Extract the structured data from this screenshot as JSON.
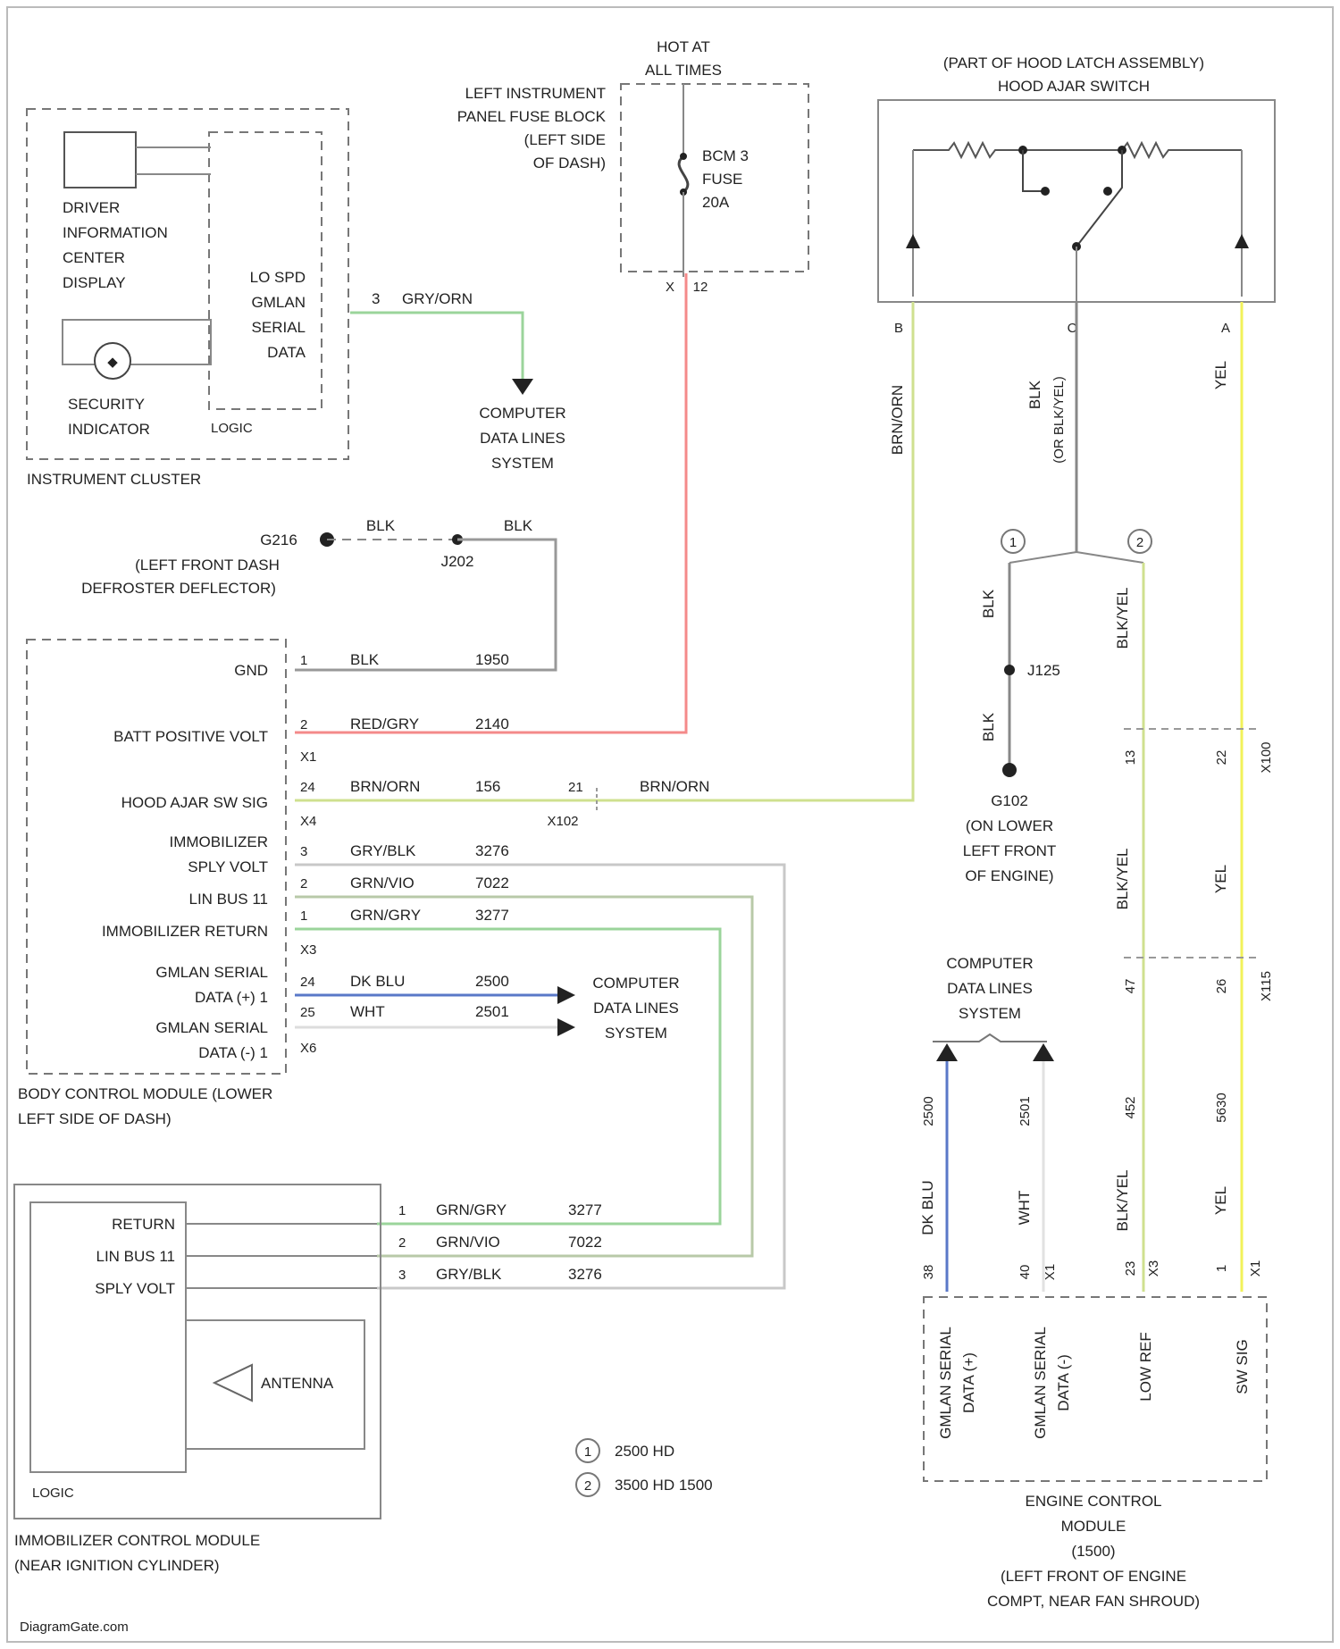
{
  "diagram": {
    "fuse_block": {
      "hot_label_1": "HOT AT",
      "hot_label_2": "ALL TIMES",
      "block_1": "LEFT INSTRUMENT",
      "block_2": "PANEL FUSE BLOCK",
      "block_3": "(LEFT SIDE",
      "block_4": "OF DASH)",
      "fuse_1": "BCM 3",
      "fuse_2": "FUSE",
      "fuse_3": "20A",
      "pin_a": "X",
      "pin_b": "12"
    },
    "hood_switch": {
      "label_1": "(PART OF HOOD LATCH ASSEMBLY)",
      "label_2": "HOOD AJAR SWITCH",
      "pin_b": "B",
      "pin_c": "C",
      "pin_a": "A"
    },
    "cluster": {
      "dic_1": "DRIVER",
      "dic_2": "INFORMATION",
      "dic_3": "CENTER",
      "dic_4": "DISPLAY",
      "sec_1": "SECURITY",
      "sec_2": "INDICATOR",
      "gmlan_1": "LO SPD",
      "gmlan_2": "GMLAN",
      "gmlan_3": "SERIAL",
      "gmlan_4": "DATA",
      "logic": "LOGIC",
      "name": "INSTRUMENT CLUSTER",
      "pin": "3",
      "wire": "GRY/ORN"
    },
    "cdl_top": {
      "l1": "COMPUTER",
      "l2": "DATA LINES",
      "l3": "SYSTEM"
    },
    "ground_top": {
      "g": "G216",
      "wire1": "BLK",
      "splice": "J202",
      "wire2": "BLK",
      "loc_1": "(LEFT FRONT DASH",
      "loc_2": "DEFROSTER DEFLECTOR)"
    },
    "bcm": {
      "gnd": "GND",
      "batt": "BATT POSITIVE VOLT",
      "hood": "HOOD AJAR SW SIG",
      "immo_1": "IMMOBILIZER",
      "immo_2": "SPLY VOLT",
      "lin": "LIN BUS 11",
      "immo_ret": "IMMOBILIZER RETURN",
      "gm_pos_1": "GMLAN SERIAL",
      "gm_pos_2": "DATA (+) 1",
      "gm_neg_1": "GMLAN SERIAL",
      "gm_neg_2": "DATA (-) 1",
      "x1": "X1",
      "x4": "X4",
      "x3": "X3",
      "x6": "X6",
      "name_1": "BODY CONTROL MODULE (LOWER",
      "name_2": "LEFT SIDE OF DASH)",
      "pins": [
        "1",
        "2",
        "24",
        "3",
        "2",
        "1",
        "24",
        "25"
      ],
      "w_gnd": "BLK",
      "c_gnd": "1950",
      "w_batt": "RED/GRY",
      "c_batt": "2140",
      "w_hood": "BRN/ORN",
      "c_hood": "156",
      "x102_pin": "21",
      "x102": "X102",
      "w_hood2": "BRN/ORN",
      "w_sply": "GRY/BLK",
      "c_sply": "3276",
      "w_lin": "GRN/VIO",
      "c_lin": "7022",
      "w_ret": "GRN/GRY",
      "c_ret": "3277",
      "w_pos": "DK BLU",
      "c_pos": "2500",
      "w_neg": "WHT",
      "c_neg": "2501"
    },
    "cdl_mid": {
      "l1": "COMPUTER",
      "l2": "DATA LINES",
      "l3": "SYSTEM"
    },
    "immo_module": {
      "ret": "RETURN",
      "lin": "LIN BUS 11",
      "sply": "SPLY VOLT",
      "antenna": "ANTENNA",
      "logic": "LOGIC",
      "name_1": "IMMOBILIZER CONTROL MODULE",
      "name_2": "(NEAR IGNITION CYLINDER)",
      "pin_1": "1",
      "pin_2": "2",
      "pin_3": "3",
      "w1": "GRN/GRY",
      "c1": "3277",
      "w2": "GRN/VIO",
      "c2": "7022",
      "w3": "GRY/BLK",
      "c3": "3276"
    },
    "legend": {
      "n1": "1",
      "t1": "2500 HD",
      "n2": "2",
      "t2": "3500 HD 1500"
    },
    "right_side": {
      "w_brn": "BRN/ORN",
      "w_blk": "BLK",
      "w_blk_alt": "(OR BLK/YEL)",
      "w_yel": "YEL",
      "m1": "1",
      "m2": "2",
      "w_blk2": "BLK",
      "w_blkyel": "BLK/YEL",
      "splice": "J125",
      "w_blk3": "BLK",
      "g": "G102",
      "g_loc_1": "(ON LOWER",
      "g_loc_2": "LEFT FRONT",
      "g_loc_3": "OF ENGINE)",
      "p13": "13",
      "p22": "22",
      "x100": "X100",
      "w_blkyel2": "BLK/YEL",
      "w_yel2": "YEL",
      "p47": "47",
      "p26": "26",
      "x115": "X115",
      "c_yel": "5630",
      "c_blkyel": "452",
      "w_blkyel3": "BLK/YEL",
      "w_yel3": "YEL",
      "p23": "23",
      "x3a": "X3",
      "p1": "1",
      "x3b": "X1"
    },
    "cdl_right": {
      "l1": "COMPUTER",
      "l2": "DATA LINES",
      "l3": "SYSTEM"
    },
    "ecm": {
      "w_blu": "DK BLU",
      "c_blu": "2500",
      "p_blu": "38",
      "w_wht": "WHT",
      "c_wht": "2501",
      "p_wht": "40",
      "x_wht": "X1",
      "f1a": "GMLAN SERIAL",
      "f1b": "DATA (+)",
      "f2a": "GMLAN SERIAL",
      "f2b": "DATA (-)",
      "f3": "LOW REF",
      "f4": "SW SIG",
      "name_1": "ENGINE CONTROL",
      "name_2": "MODULE",
      "name_3": "(1500)",
      "name_4": "(LEFT FRONT OF ENGINE",
      "name_5": "COMPT, NEAR FAN SHROUD)"
    },
    "watermark": "DiagramGate.com"
  }
}
